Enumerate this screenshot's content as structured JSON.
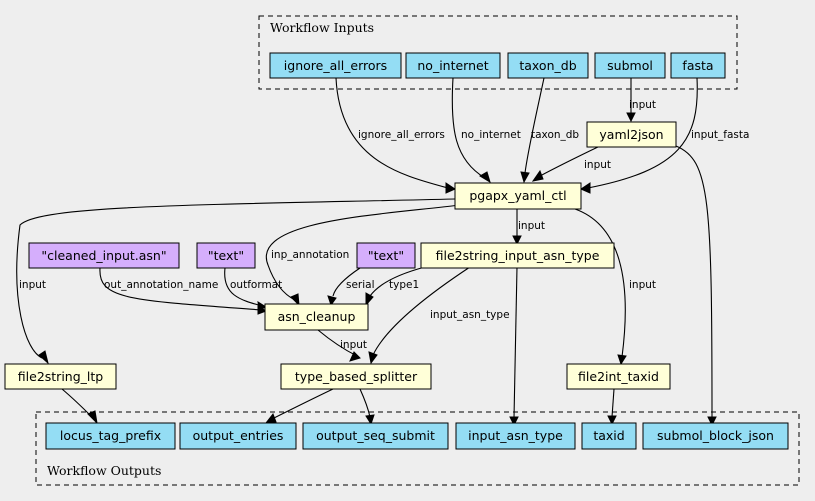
{
  "clusters": {
    "inputs": "Workflow Inputs",
    "outputs": "Workflow Outputs"
  },
  "colors": {
    "io": "#94ddf4",
    "step": "#ffffd8",
    "literal": "#d5aefc"
  },
  "inputs": {
    "ignore_all_errors": "ignore_all_errors",
    "no_internet": "no_internet",
    "taxon_db": "taxon_db",
    "submol": "submol",
    "fasta": "fasta"
  },
  "steps": {
    "yaml2json": "yaml2json",
    "pgapx_yaml_ctl": "pgapx_yaml_ctl",
    "file2string_input_asn_type": "file2string_input_asn_type",
    "asn_cleanup": "asn_cleanup",
    "file2string_ltp": "file2string_ltp",
    "type_based_splitter": "type_based_splitter",
    "file2int_taxid": "file2int_taxid"
  },
  "literals": {
    "cleaned_input": "\"cleaned_input.asn\"",
    "text_1": "\"text\"",
    "text_2": "\"text\""
  },
  "outputs": {
    "locus_tag_prefix": "locus_tag_prefix",
    "output_entries": "output_entries",
    "output_seq_submit": "output_seq_submit",
    "input_asn_type": "input_asn_type",
    "taxid": "taxid",
    "submol_block_json": "submol_block_json"
  },
  "edge_labels": {
    "submol_yaml": "input",
    "ignore_all_errors": "ignore_all_errors",
    "no_internet": "no_internet",
    "taxon_db": "taxon_db",
    "input_fasta": "input_fasta",
    "yaml_input": "input",
    "f2s_input": "input",
    "inp_annotation": "inp_annotation",
    "f2i_input": "input",
    "ltp_input": "input",
    "out_annotation_name": "out_annotation_name",
    "outformat": "outformat",
    "serial": "serial",
    "type1": "type1",
    "input_asn_type": "input_asn_type",
    "splitter_input": "input"
  }
}
